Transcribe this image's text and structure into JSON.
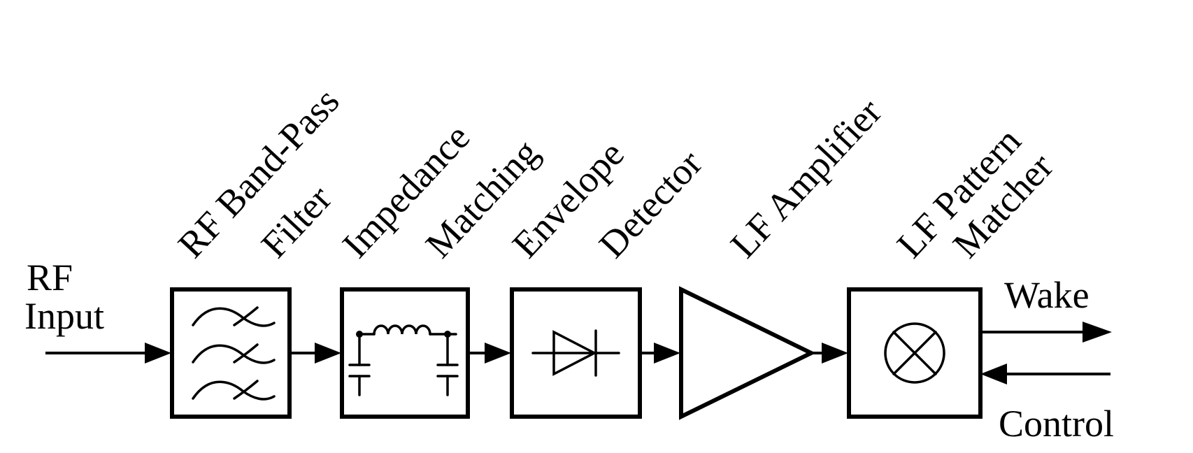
{
  "input": {
    "line1": "RF",
    "line2": "Input"
  },
  "blocks": [
    {
      "id": "bandpass",
      "label1": "RF Band-Pass",
      "label2": "Filter",
      "icon": "bandpass-filter-icon"
    },
    {
      "id": "matching",
      "label1": "Impedance",
      "label2": "Matching",
      "icon": "lc-network-icon"
    },
    {
      "id": "detector",
      "label1": "Envelope",
      "label2": "Detector",
      "icon": "diode-icon"
    },
    {
      "id": "amplifier",
      "label1": "LF Amplifier",
      "label2": "",
      "icon": "amplifier-triangle-icon"
    },
    {
      "id": "matcher",
      "label1": "LF Pattern",
      "label2": "Matcher",
      "icon": "mixer-cross-icon"
    }
  ],
  "outputs": {
    "wake": "Wake",
    "control": "Control"
  }
}
